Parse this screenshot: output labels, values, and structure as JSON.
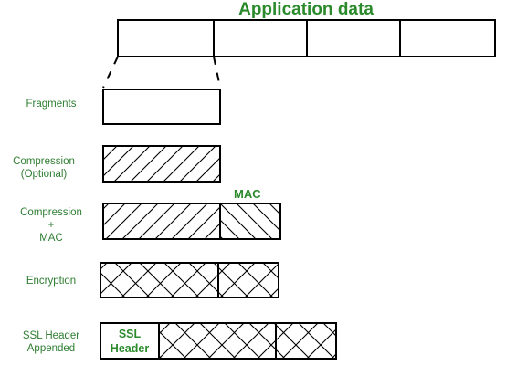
{
  "title": "Application data",
  "stages": {
    "fragments": "Fragments",
    "compression_line1": "Compression",
    "compression_line2": "(Optional)",
    "compression_mac_line1": "Compression",
    "compression_mac_line2": "+",
    "compression_mac_line3": "MAC",
    "encryption": "Encryption",
    "ssl_line1": "SSL Header",
    "ssl_line2": "Appended"
  },
  "mac_label": "MAC",
  "ssl_header_line1": "SSL",
  "ssl_header_line2": "Header",
  "colors": {
    "label_green": "#2e7d32",
    "title_green": "#2b8a2b",
    "stroke": "#000000"
  }
}
